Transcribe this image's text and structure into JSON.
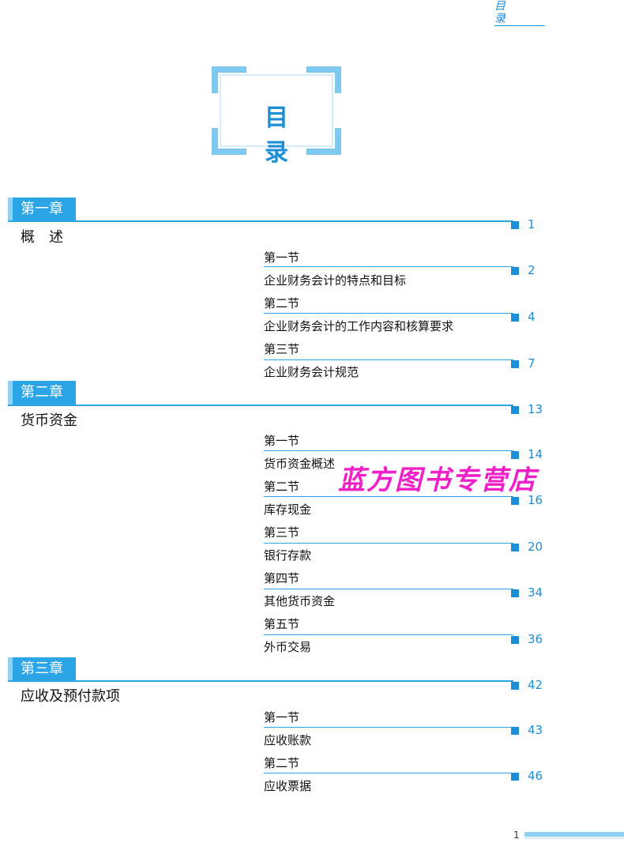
{
  "header": {
    "running_title": "目 录"
  },
  "title": "目 录",
  "chapters": [
    {
      "label": "第一章",
      "title": "概　述",
      "page": "1",
      "sections": [
        {
          "label": "第一节",
          "title": "企业财务会计的特点和目标",
          "page": "2"
        },
        {
          "label": "第二节",
          "title": "企业财务会计的工作内容和核算要求",
          "page": "4"
        },
        {
          "label": "第三节",
          "title": "企业财务会计规范",
          "page": "7"
        }
      ]
    },
    {
      "label": "第二章",
      "title": "货币资金",
      "page": "13",
      "sections": [
        {
          "label": "第一节",
          "title": "货币资金概述",
          "page": "14"
        },
        {
          "label": "第二节",
          "title": "库存现金",
          "page": "16"
        },
        {
          "label": "第三节",
          "title": "银行存款",
          "page": "20"
        },
        {
          "label": "第四节",
          "title": "其他货币资金",
          "page": "34"
        },
        {
          "label": "第五节",
          "title": "外币交易",
          "page": "36"
        }
      ]
    },
    {
      "label": "第三章",
      "title": "应收及预付款项",
      "page": "42",
      "sections": [
        {
          "label": "第一节",
          "title": "应收账款",
          "page": "43"
        },
        {
          "label": "第二节",
          "title": "应收票据",
          "page": "46"
        }
      ]
    }
  ],
  "watermark": "蓝方图书专营店",
  "folio": "1",
  "colors": {
    "accent": "#1b8ed6",
    "badge": "#2ba5e6",
    "light": "#8fd2f5",
    "watermark": "#f020c8"
  }
}
